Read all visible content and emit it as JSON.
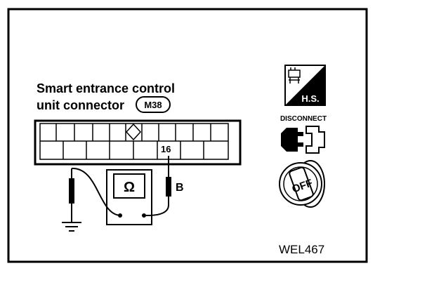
{
  "connector": {
    "title_line1": "Smart entrance control",
    "title_line2": "unit connector",
    "connector_code": "M38",
    "terminal": "16",
    "wire_color": "B"
  },
  "meter": {
    "symbol": "Ω"
  },
  "icons": {
    "hs": {
      "name": "hood-support-icon",
      "label": "H.S."
    },
    "disconnect": {
      "name": "disconnect-connector-icon",
      "label": "DISCONNECT"
    },
    "ignition": {
      "name": "ignition-off-icon",
      "label": "OFF"
    }
  },
  "figure_id": "WEL467"
}
